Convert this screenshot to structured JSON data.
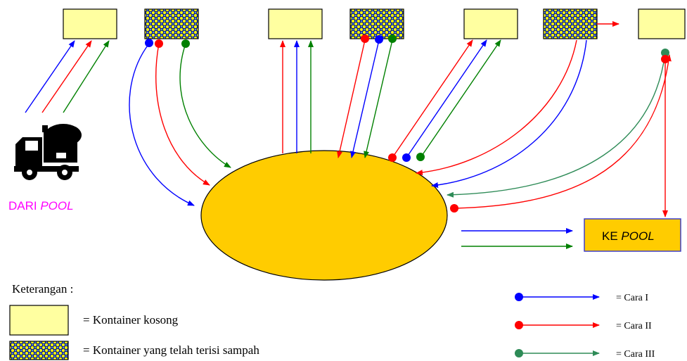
{
  "labels": {
    "from_pool_prefix": "DARI ",
    "from_pool_italic": "POOL",
    "to_pool_prefix": "KE ",
    "to_pool_italic": "POOL",
    "legend_title": "Keterangan :"
  },
  "legend": {
    "empty": "= Kontainer kosong",
    "full": "= Kontainer yang telah terisi sampah"
  },
  "methods": [
    {
      "label": "= Cara I",
      "color": "#0000ff"
    },
    {
      "label": "= Cara II",
      "color": "#ff0000"
    },
    {
      "label": "= Cara III",
      "color": "#2e8b57"
    }
  ],
  "colors": {
    "empty_container": "#ffffa0",
    "full_container_pattern": "#0a1e8c",
    "full_container_dots": "#ffff00",
    "site": "#ffcc00",
    "from_pool_text": "#ff00ff",
    "line_blue": "#0000ff",
    "line_red": "#ff0000",
    "line_green_dark": "#008000",
    "line_green_teal": "#2e8b57"
  },
  "icons": {
    "truck": "truck-icon"
  }
}
